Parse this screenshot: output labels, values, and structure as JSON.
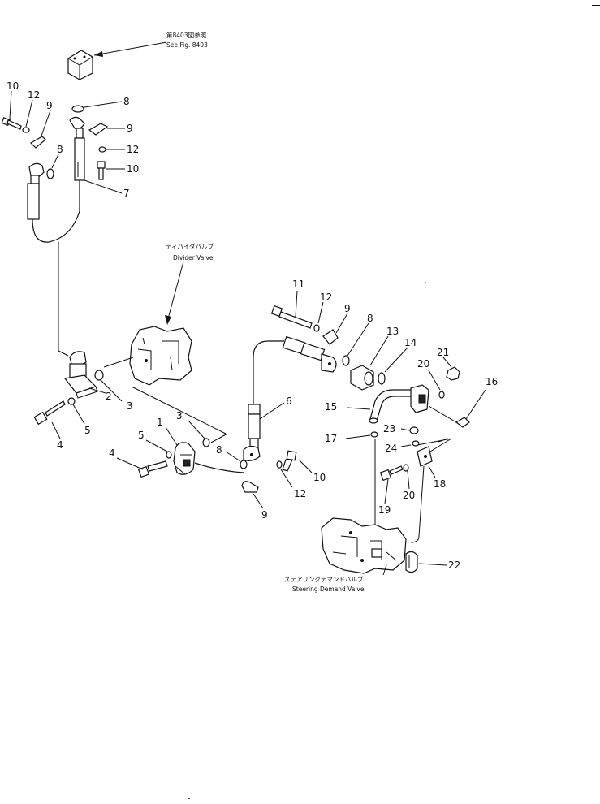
{
  "captions": {
    "see_fig_jp": "第8403図参照",
    "see_fig_en": "See Fig. 8403",
    "divider_jp": "ディバイダバルブ",
    "divider_en": "Divider Valve",
    "steering_jp": "ステアリングデマンドバルブ",
    "steering_en": "Steering Demand Valve"
  },
  "callouts": {
    "c10a": "10",
    "c12a": "12",
    "c9a": "9",
    "c8a": "8",
    "c9b": "9",
    "c12b": "12",
    "c10b": "10",
    "c8b": "8",
    "c7": "7",
    "c3a": "3",
    "c2": "2",
    "c5a": "5",
    "c4a": "4",
    "c1": "1",
    "c5b": "5",
    "c3b": "3",
    "c4b": "4",
    "c8c": "8",
    "c6": "6",
    "c11": "11",
    "c12c": "12",
    "c9c": "9",
    "c8d": "8",
    "c13": "13",
    "c14": "14",
    "c20a": "20",
    "c21": "21",
    "c16": "16",
    "c15": "15",
    "c23": "23",
    "c17": "17",
    "c24": "24",
    "c10c": "10",
    "c12d": "12",
    "c9d": "9",
    "c19": "19",
    "c20b": "20",
    "c18": "18",
    "c22": "22"
  }
}
